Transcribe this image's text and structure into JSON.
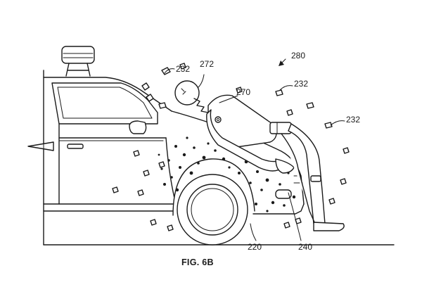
{
  "figure": {
    "caption": "FIG. 6B",
    "labels": {
      "adhesive_particles_top_left": "232",
      "pedestrian_head": "272",
      "overall_system": "280",
      "pedestrian_body": "270",
      "adhesive_particles_top_right": "232",
      "adhesive_particles_right": "232",
      "hood_surface": "220",
      "adhesive_layer": "240"
    }
  }
}
